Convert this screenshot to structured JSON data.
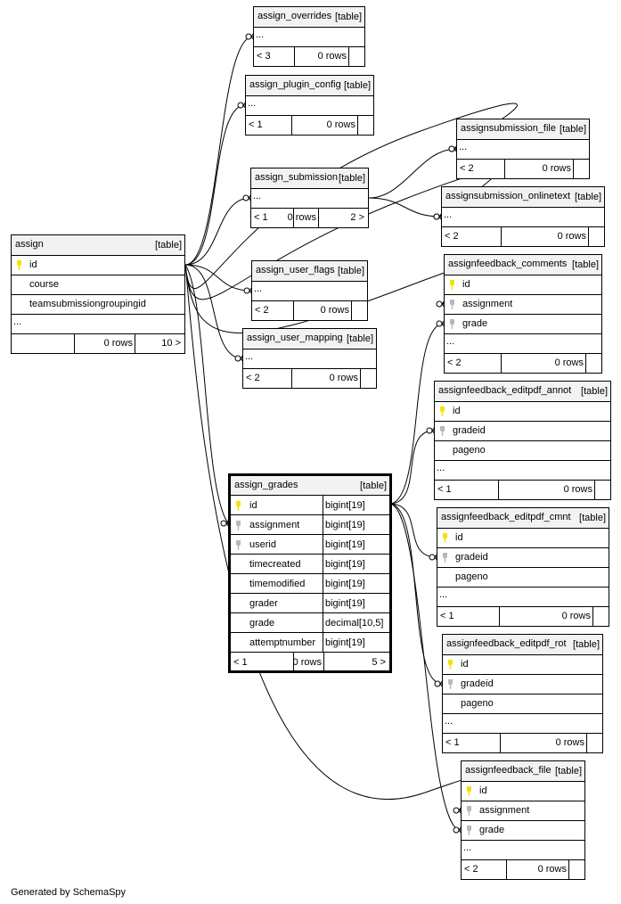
{
  "tables": [
    {
      "id": "assign_overrides",
      "name": "assign_overrides",
      "tag": "[table]",
      "columns": [],
      "more": "...",
      "footer": {
        "parents": "< 3",
        "rows": "0 rows",
        "children": ""
      }
    },
    {
      "id": "assign_plugin_config",
      "name": "assign_plugin_config",
      "tag": "[table]",
      "columns": [],
      "more": "...",
      "footer": {
        "parents": "< 1",
        "rows": "0 rows",
        "children": ""
      }
    },
    {
      "id": "assignsubmission_file",
      "name": "assignsubmission_file",
      "tag": "[table]",
      "columns": [],
      "more": "...",
      "footer": {
        "parents": "< 2",
        "rows": "0 rows",
        "children": ""
      }
    },
    {
      "id": "assign_submission",
      "name": "assign_submission",
      "tag": "[table]",
      "columns": [],
      "more": "...",
      "footer": {
        "parents": "< 1",
        "rows": "0 rows",
        "children": "2 >"
      }
    },
    {
      "id": "assignsubmission_onlinetext",
      "name": "assignsubmission_onlinetext",
      "tag": "[table]",
      "columns": [],
      "more": "...",
      "footer": {
        "parents": "< 2",
        "rows": "0 rows",
        "children": ""
      }
    },
    {
      "id": "assign",
      "name": "assign",
      "tag": "[table]",
      "columns": [
        {
          "name": "id",
          "key": "pk"
        },
        {
          "name": "course",
          "key": ""
        },
        {
          "name": "teamsubmissiongroupingid",
          "key": ""
        }
      ],
      "more": "...",
      "footer": {
        "parents": "",
        "rows": "0 rows",
        "children": "10 >"
      }
    },
    {
      "id": "assign_user_flags",
      "name": "assign_user_flags",
      "tag": "[table]",
      "columns": [],
      "more": "...",
      "footer": {
        "parents": "< 2",
        "rows": "0 rows",
        "children": ""
      }
    },
    {
      "id": "assignfeedback_comments",
      "name": "assignfeedback_comments",
      "tag": "[table]",
      "columns": [
        {
          "name": "id",
          "key": "pk"
        },
        {
          "name": "assignment",
          "key": "fk"
        },
        {
          "name": "grade",
          "key": "fk"
        }
      ],
      "more": "...",
      "footer": {
        "parents": "< 2",
        "rows": "0 rows",
        "children": ""
      }
    },
    {
      "id": "assign_user_mapping",
      "name": "assign_user_mapping",
      "tag": "[table]",
      "columns": [],
      "more": "...",
      "footer": {
        "parents": "< 2",
        "rows": "0 rows",
        "children": ""
      }
    },
    {
      "id": "assignfeedback_editpdf_annot",
      "name": "assignfeedback_editpdf_annot",
      "tag": "[table]",
      "columns": [
        {
          "name": "id",
          "key": "pk"
        },
        {
          "name": "gradeid",
          "key": "fk"
        },
        {
          "name": "pageno",
          "key": ""
        }
      ],
      "more": "...",
      "footer": {
        "parents": "< 1",
        "rows": "0 rows",
        "children": ""
      }
    },
    {
      "id": "assign_grades",
      "name": "assign_grades",
      "tag": "[table]",
      "focus": true,
      "columns": [
        {
          "name": "id",
          "key": "pk",
          "type": "bigint[19]"
        },
        {
          "name": "assignment",
          "key": "fk",
          "type": "bigint[19]"
        },
        {
          "name": "userid",
          "key": "fk",
          "type": "bigint[19]"
        },
        {
          "name": "timecreated",
          "key": "",
          "type": "bigint[19]"
        },
        {
          "name": "timemodified",
          "key": "",
          "type": "bigint[19]"
        },
        {
          "name": "grader",
          "key": "",
          "type": "bigint[19]"
        },
        {
          "name": "grade",
          "key": "",
          "type": "decimal[10,5]"
        },
        {
          "name": "attemptnumber",
          "key": "",
          "type": "bigint[19]"
        }
      ],
      "more": "",
      "footer": {
        "parents": "< 1",
        "rows": "0 rows",
        "children": "5 >"
      }
    },
    {
      "id": "assignfeedback_editpdf_cmnt",
      "name": "assignfeedback_editpdf_cmnt",
      "tag": "[table]",
      "columns": [
        {
          "name": "id",
          "key": "pk"
        },
        {
          "name": "gradeid",
          "key": "fk"
        },
        {
          "name": "pageno",
          "key": ""
        }
      ],
      "more": "...",
      "footer": {
        "parents": "< 1",
        "rows": "0 rows",
        "children": ""
      }
    },
    {
      "id": "assignfeedback_editpdf_rot",
      "name": "assignfeedback_editpdf_rot",
      "tag": "[table]",
      "columns": [
        {
          "name": "id",
          "key": "pk"
        },
        {
          "name": "gradeid",
          "key": "fk"
        },
        {
          "name": "pageno",
          "key": ""
        }
      ],
      "more": "...",
      "footer": {
        "parents": "< 1",
        "rows": "0 rows",
        "children": ""
      }
    },
    {
      "id": "assignfeedback_file",
      "name": "assignfeedback_file",
      "tag": "[table]",
      "columns": [
        {
          "name": "id",
          "key": "pk"
        },
        {
          "name": "assignment",
          "key": "fk"
        },
        {
          "name": "grade",
          "key": "fk"
        }
      ],
      "more": "...",
      "footer": {
        "parents": "< 2",
        "rows": "0 rows",
        "children": ""
      }
    }
  ],
  "relationships": [
    {
      "from": "assign_overrides",
      "to": "assign"
    },
    {
      "from": "assign_plugin_config",
      "to": "assign"
    },
    {
      "from": "assign_submission",
      "to": "assign"
    },
    {
      "from": "assign_user_flags",
      "to": "assign"
    },
    {
      "from": "assign_user_mapping",
      "to": "assign"
    },
    {
      "from": "assign_grades",
      "to": "assign"
    },
    {
      "from": "assignsubmission_file",
      "to": "assign"
    },
    {
      "from": "assignsubmission_file",
      "to": "assign_submission"
    },
    {
      "from": "assignsubmission_onlinetext",
      "to": "assign"
    },
    {
      "from": "assignsubmission_onlinetext",
      "to": "assign_submission"
    },
    {
      "from": "assignfeedback_comments",
      "to": "assign"
    },
    {
      "from": "assignfeedback_comments",
      "to": "assign_grades"
    },
    {
      "from": "assignfeedback_editpdf_annot",
      "to": "assign_grades"
    },
    {
      "from": "assignfeedback_editpdf_cmnt",
      "to": "assign_grades"
    },
    {
      "from": "assignfeedback_editpdf_rot",
      "to": "assign_grades"
    },
    {
      "from": "assignfeedback_file",
      "to": "assign"
    },
    {
      "from": "assignfeedback_file",
      "to": "assign_grades"
    }
  ],
  "colors": {
    "primary_key": "#f2e300",
    "foreign_key": "#b8b8b8",
    "header_bg": "#f2f2f2",
    "line": "#000000"
  },
  "footer_text": "Generated by SchemaSpy"
}
